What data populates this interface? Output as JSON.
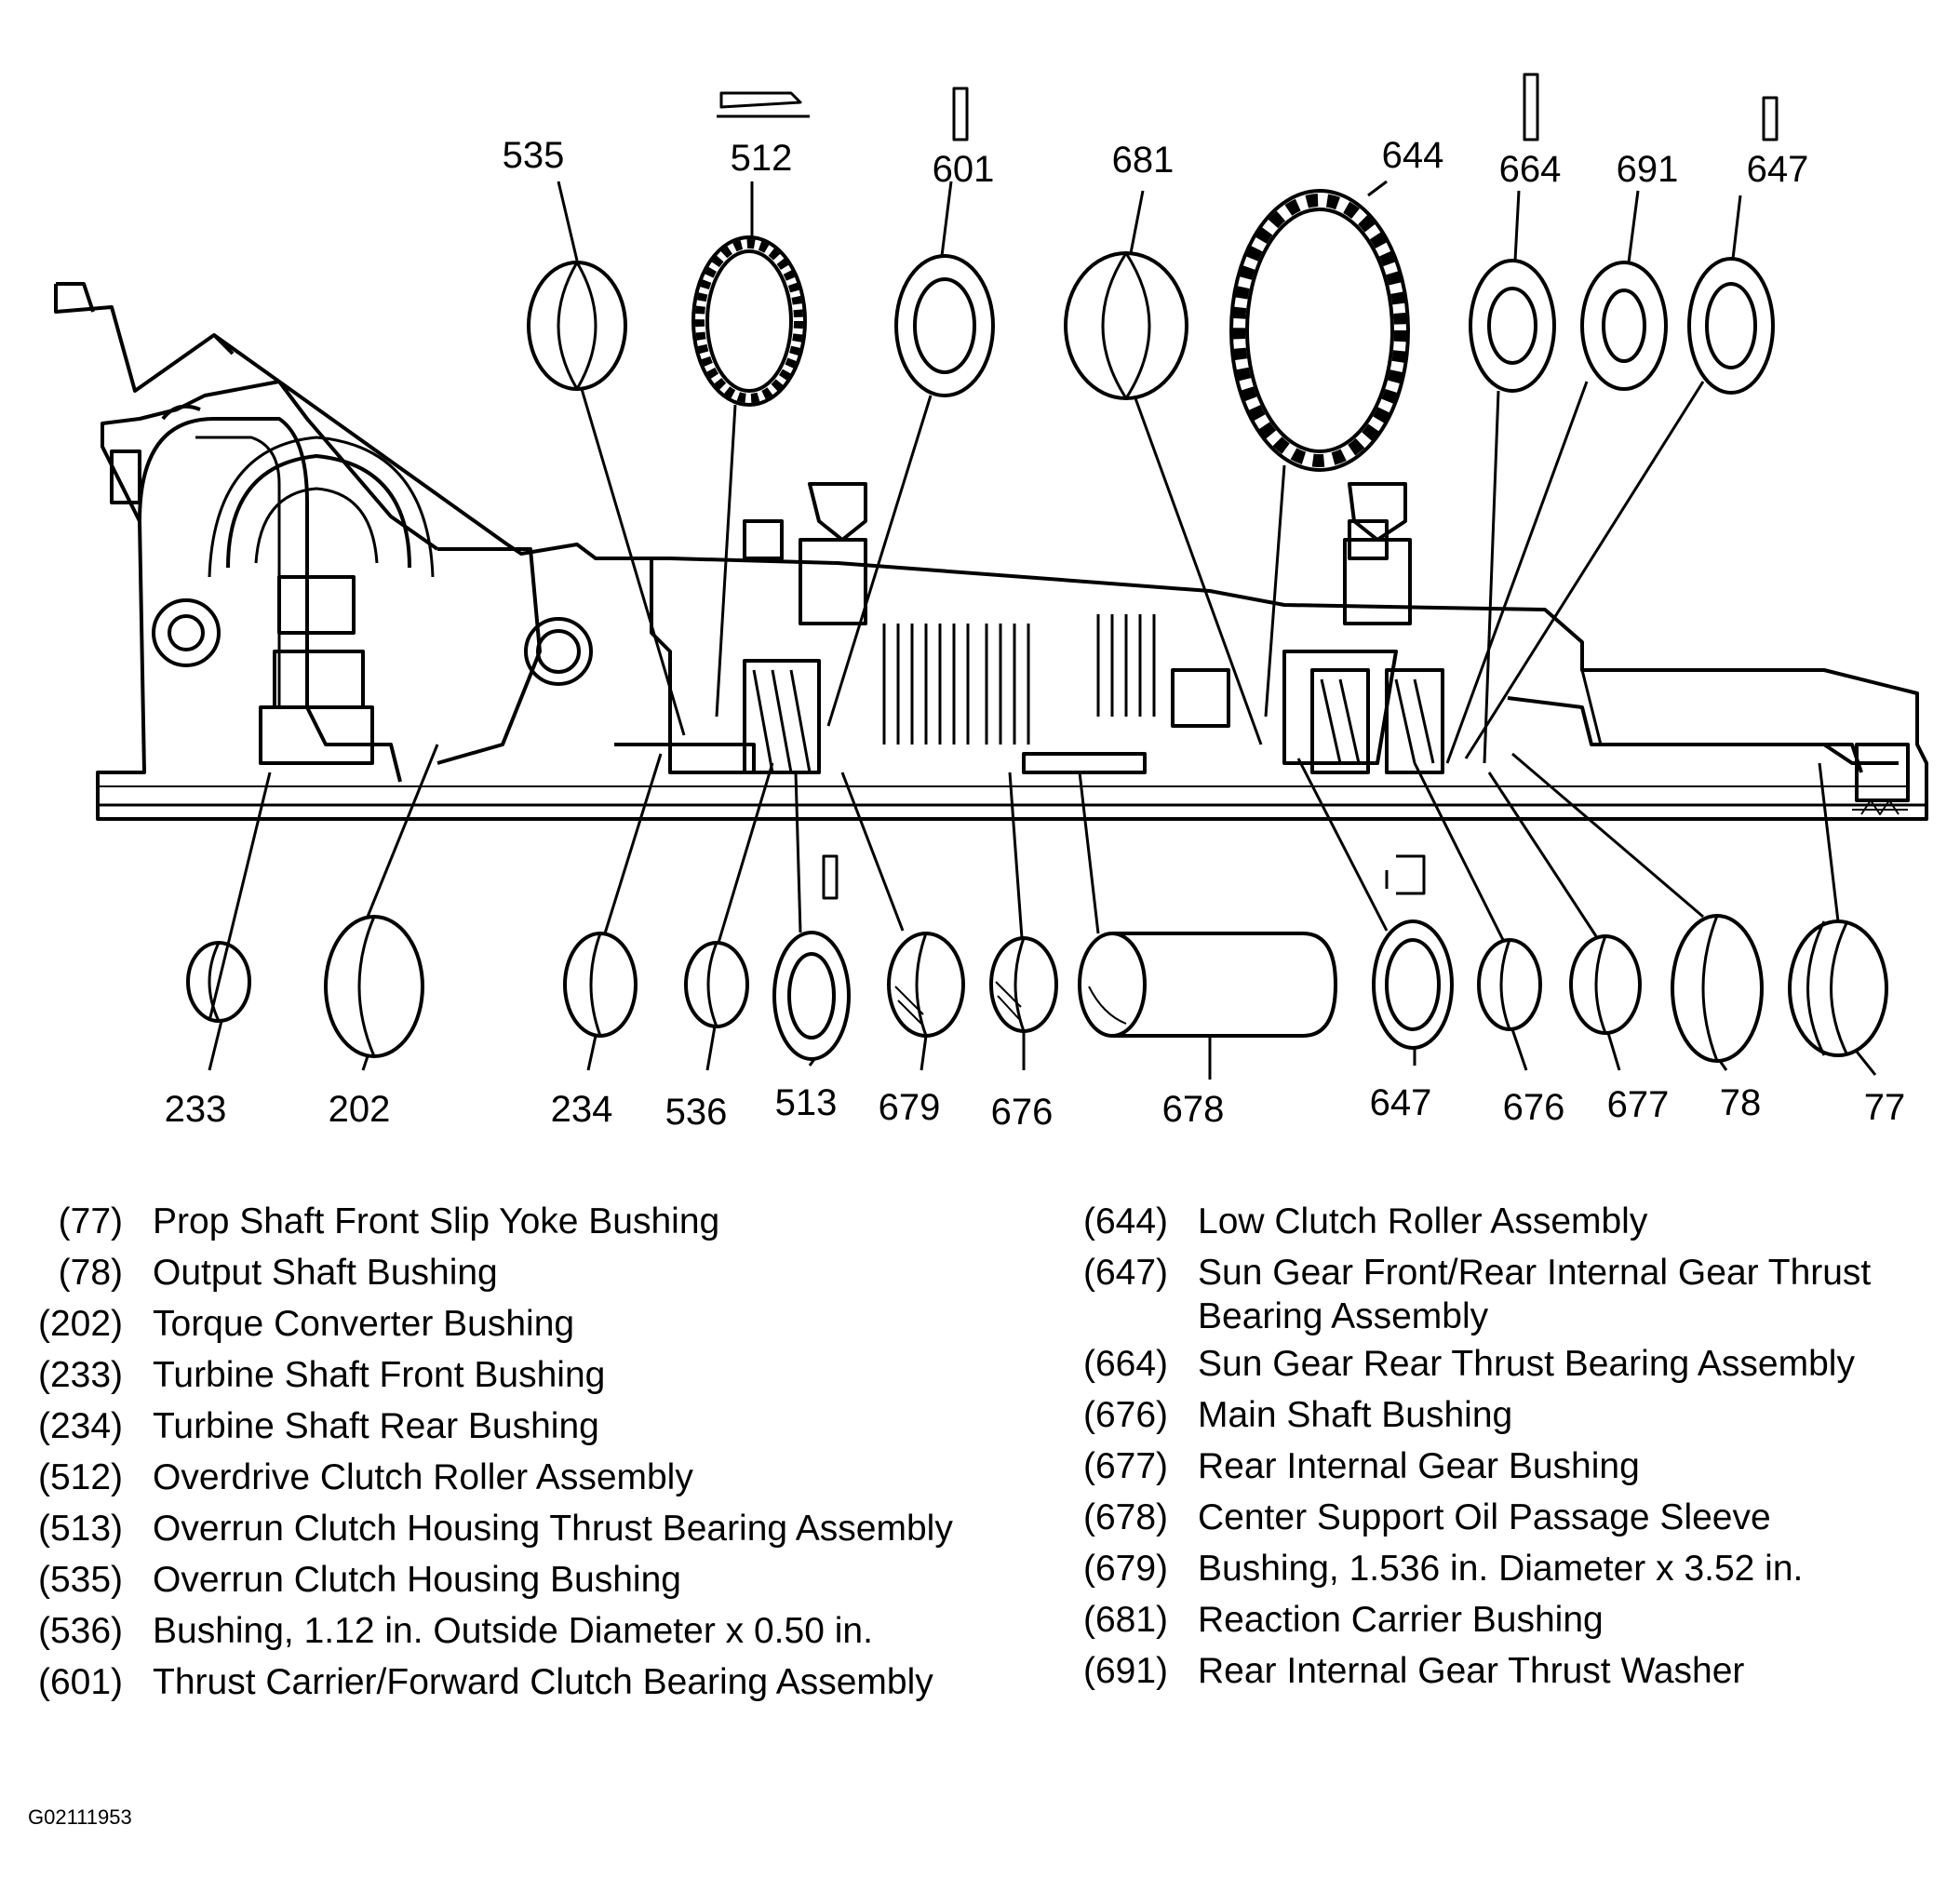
{
  "callouts": {
    "top": [
      "535",
      "512",
      "601",
      "681",
      "644",
      "664",
      "691",
      "647"
    ],
    "bottom": [
      "233",
      "202",
      "234",
      "536",
      "513",
      "679",
      "676",
      "678",
      "647",
      "676",
      "677",
      "78",
      "77"
    ]
  },
  "legend_left": [
    {
      "num": "(77)",
      "text": "Prop Shaft Front Slip Yoke Bushing"
    },
    {
      "num": "(78)",
      "text": "Output Shaft Bushing"
    },
    {
      "num": "(202)",
      "text": "Torque Converter Bushing"
    },
    {
      "num": "(233)",
      "text": "Turbine Shaft Front Bushing"
    },
    {
      "num": "(234)",
      "text": "Turbine Shaft Rear Bushing"
    },
    {
      "num": "(512)",
      "text": "Overdrive Clutch Roller Assembly"
    },
    {
      "num": "(513)",
      "text": "Overrun Clutch Housing Thrust Bearing Assembly"
    },
    {
      "num": "(535)",
      "text": "Overrun Clutch Housing Bushing"
    },
    {
      "num": "(536)",
      "text": "Bushing, 1.12 in. Outside Diameter x 0.50 in."
    },
    {
      "num": "(601)",
      "text": "Thrust Carrier/Forward Clutch Bearing Assembly"
    }
  ],
  "legend_right": [
    {
      "num": "(644)",
      "text": "Low Clutch Roller Assembly"
    },
    {
      "num": "(647)",
      "text": "Sun Gear Front/Rear Internal Gear Thrust Bearing Assembly"
    },
    {
      "num": "(664)",
      "text": "Sun Gear Rear Thrust Bearing Assembly"
    },
    {
      "num": "(676)",
      "text": "Main Shaft Bushing"
    },
    {
      "num": "(677)",
      "text": "Rear Internal Gear Bushing"
    },
    {
      "num": "(678)",
      "text": "Center Support Oil Passage Sleeve"
    },
    {
      "num": "(679)",
      "text": "Bushing, 1.536 in. Diameter x 3.52 in."
    },
    {
      "num": "(681)",
      "text": "Reaction Carrier Bushing"
    },
    {
      "num": "(691)",
      "text": "Rear Internal Gear Thrust Washer"
    }
  ],
  "figure_id": "G02111953"
}
